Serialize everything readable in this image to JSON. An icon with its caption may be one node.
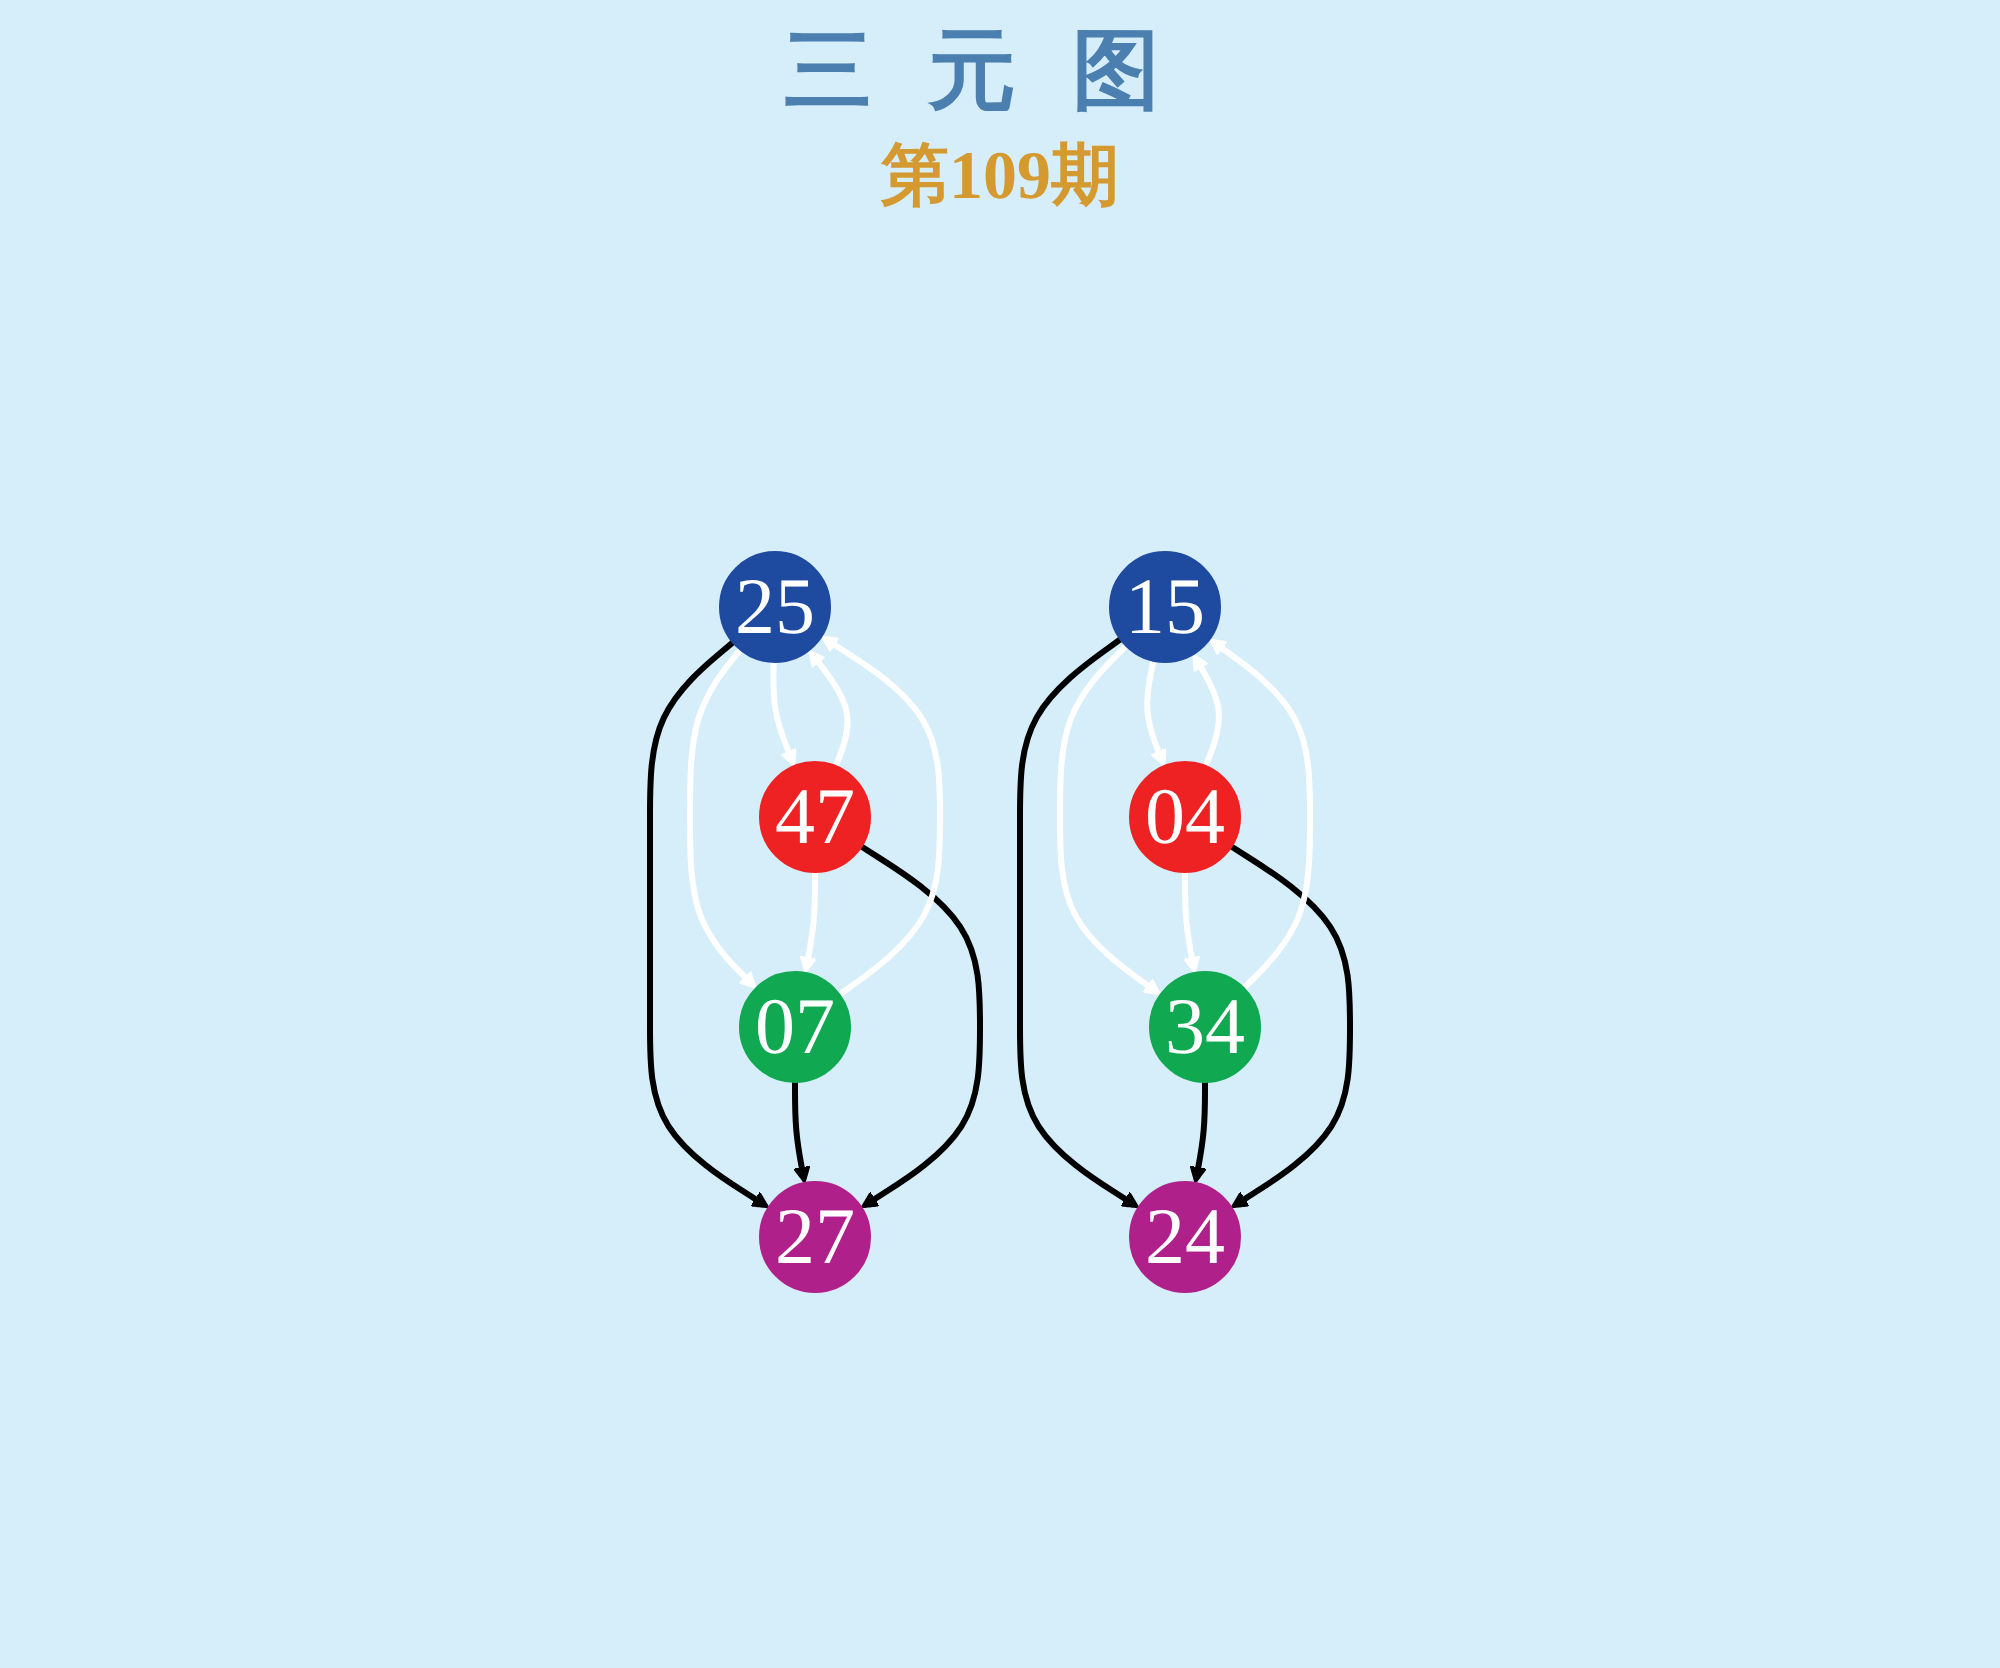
{
  "diagram": {
    "title": "三元图",
    "nodes": [
      {
        "text": [
          "25"
        ]
      },
      {
        "text": [
          "27"
        ]
      },
      {
        "text": [
          "07"
        ]
      },
      {
        "text": [
          "47"
        ]
      },
      {
        "text": [
          "15"
        ]
      },
      {
        "text": [
          "24"
        ]
      },
      {
        "text": [
          "34"
        ]
      },
      {
        "text": [
          "04"
        ]
      }
    ],
    "edges": [
      {
        "from": 0,
        "to": 1,
        "arrow": "to",
        "color": "#000000"
      },
      {
        "from": 2,
        "to": 1,
        "arrow": "to",
        "color": "#000000"
      },
      {
        "from": 3,
        "to": 1,
        "arrow": "to",
        "color": "#000000"
      },
      {
        "from": 0,
        "to": 2,
        "arrow": "to"
      },
      {
        "from": 2,
        "to": 0,
        "arrow": "to"
      },
      {
        "from": 3,
        "to": 0,
        "arrow": "to"
      },
      {
        "from": 0,
        "to": 3,
        "arrow": "to"
      },
      {
        "from": 3,
        "to": 2,
        "arrow": "to"
      },
      {
        "from": 4,
        "to": 5,
        "arrow": "to",
        "color": "#000000"
      },
      {
        "from": 6,
        "to": 5,
        "arrow": "to",
        "color": "#000000"
      },
      {
        "from": 7,
        "to": 5,
        "arrow": "to",
        "color": "#000000"
      },
      {
        "from": 4,
        "to": 6,
        "arrow": "to"
      },
      {
        "from": 6,
        "to": 4,
        "arrow": "to"
      },
      {
        "from": 7,
        "to": 4,
        "arrow": "to"
      },
      {
        "from": 4,
        "to": 7,
        "arrow": "to"
      },
      {
        "from": 7,
        "to": 6,
        "arrow": "to"
      }
    ],
    "labels": [
      "第109期"
    ]
  }
}
